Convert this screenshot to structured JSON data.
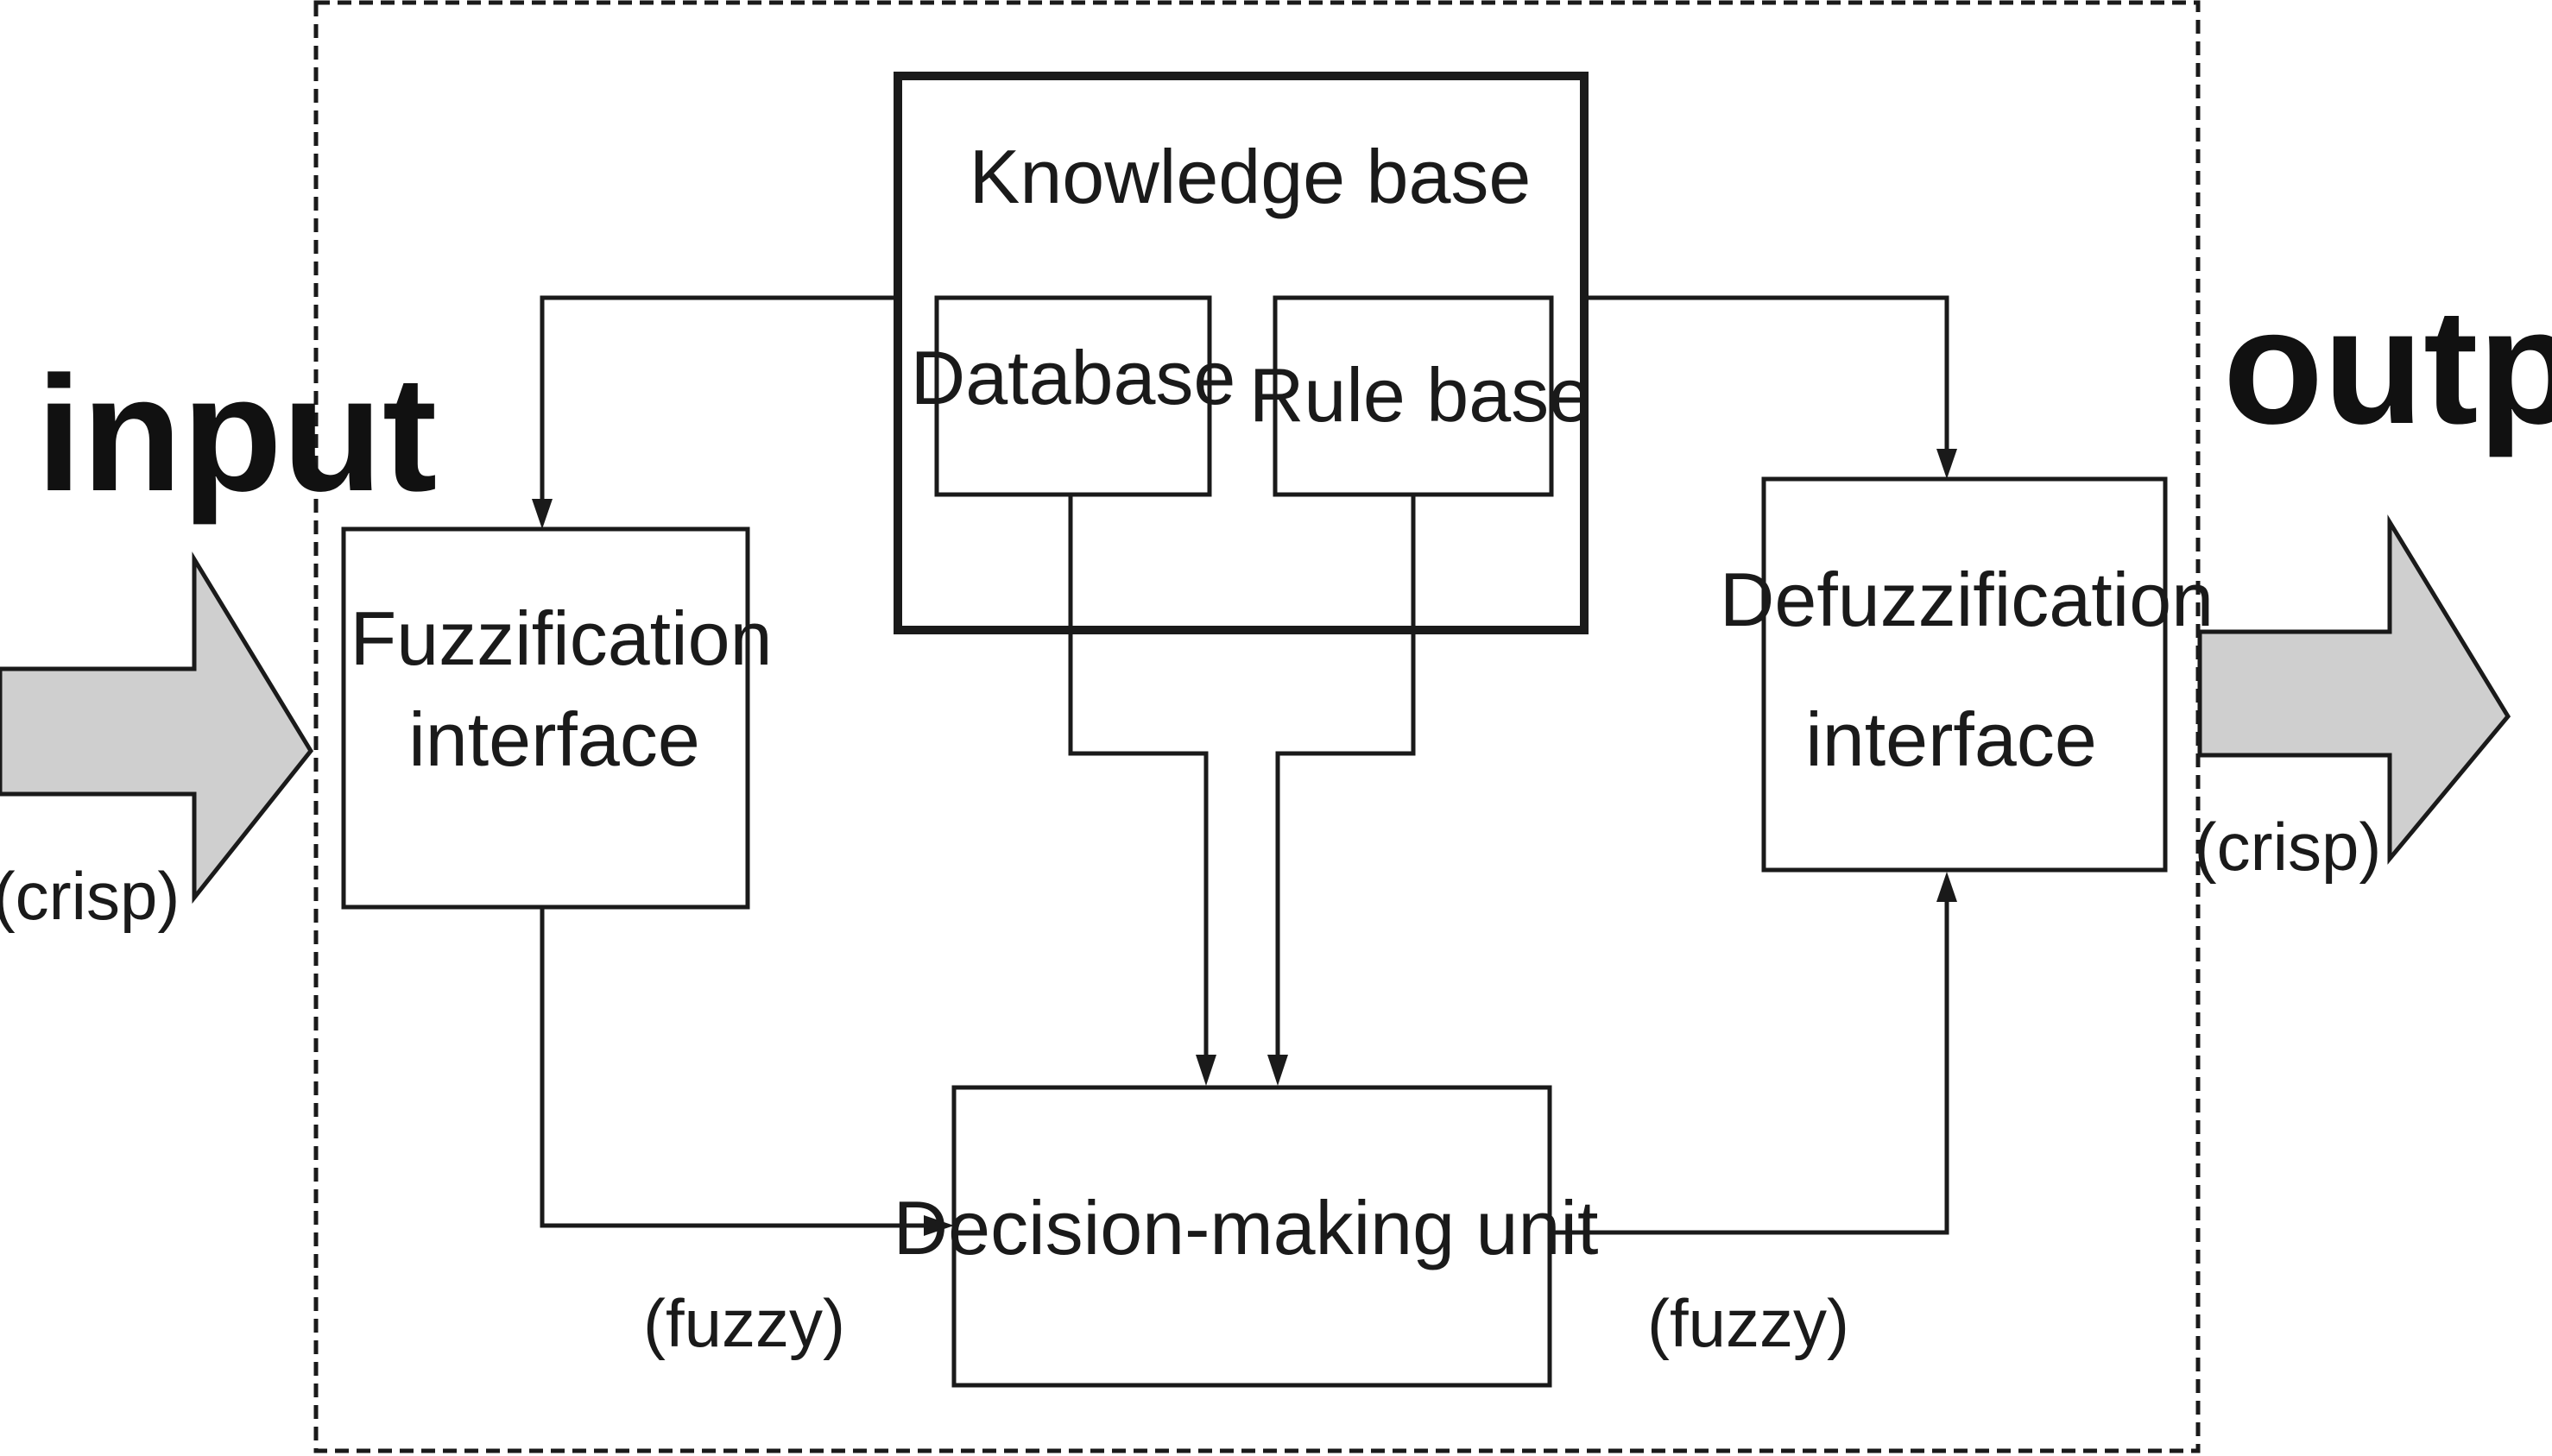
{
  "diagram": {
    "input": {
      "label": "input",
      "qualifier": "(crisp)"
    },
    "output": {
      "label": "output",
      "qualifier": "(crisp)"
    },
    "knowledge_base": {
      "title": "Knowledge base",
      "database": "Database",
      "rule_base": "Rule base"
    },
    "fuzzification": {
      "line1": "Fuzzification",
      "line2": "interface"
    },
    "defuzzification": {
      "line1": "Defuzzification",
      "line2": "interface"
    },
    "decision": {
      "label": "Decision-making unit"
    },
    "fuzzy_left": "(fuzzy)",
    "fuzzy_right": "(fuzzy)",
    "colors": {
      "stroke": "#1a1a1a",
      "arrow_fill": "#cfcfcf",
      "background": "#ffffff"
    }
  }
}
